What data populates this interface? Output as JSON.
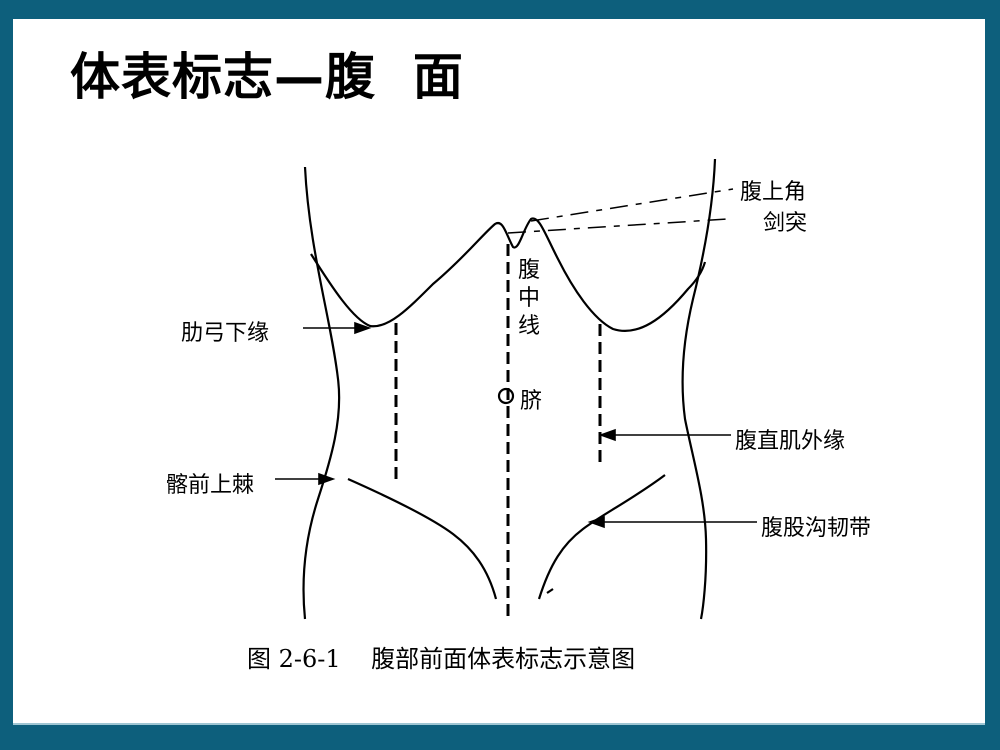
{
  "slide": {
    "title": "体表标志—腹  面",
    "colors": {
      "frame": "#0d5f7c",
      "background": "#ffffff",
      "ink": "#000000"
    }
  },
  "figure": {
    "labels": {
      "upper_abdominal_angle": "腹上角",
      "xiphoid": "剑突",
      "linea_alba_1": "腹",
      "linea_alba_2": "中",
      "linea_alba_3": "线",
      "umbilicus": "脐",
      "costal_margin": "肋弓下缘",
      "rectus_lateral_border": "腹直肌外缘",
      "asis": "髂前上棘",
      "inguinal_ligament": "腹股沟韧带"
    },
    "caption": "图 2-6-1    腹部前面体表标志示意图"
  }
}
